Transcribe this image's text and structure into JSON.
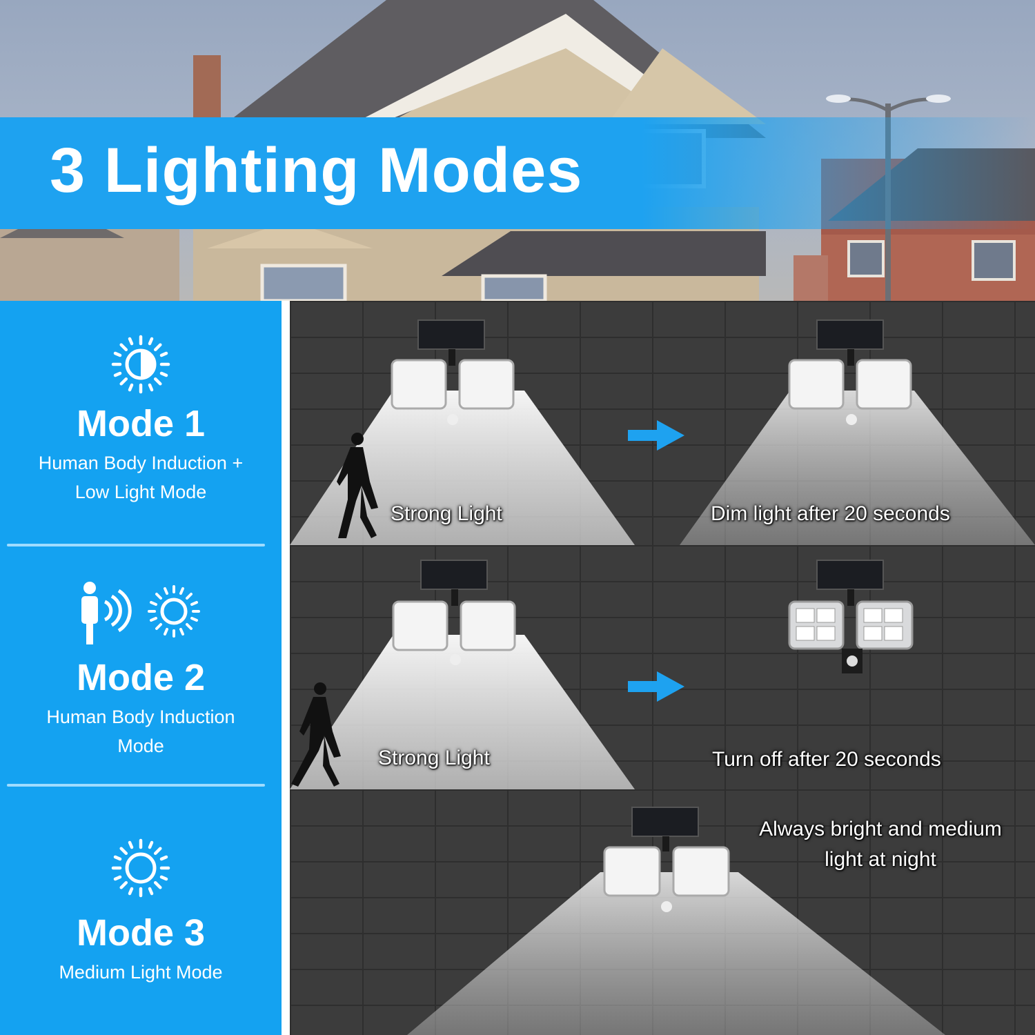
{
  "header": {
    "title": "3 Lighting Modes"
  },
  "modes": [
    {
      "title": "Mode 1",
      "description_lines": [
        "Human Body Induction +",
        "Low Light Mode"
      ],
      "icon": "half-sun-icon"
    },
    {
      "title": "Mode 2",
      "description_lines": [
        "Human Body Induction",
        "Mode"
      ],
      "icon": "motion-sensor-icon"
    },
    {
      "title": "Mode 3",
      "description_lines": [
        "Medium Light Mode"
      ],
      "icon": "sun-icon"
    }
  ],
  "panels": [
    {
      "left_label": "Strong Light",
      "right_label": "Dim light after 20 seconds"
    },
    {
      "left_label": "Strong Light",
      "right_label": "Turn off after 20 seconds"
    },
    {
      "label_lines": [
        "Always bright and medium",
        "light at night"
      ]
    }
  ],
  "colors": {
    "accent_blue": "#14a2f1",
    "brick_dark": "#3c3c3c",
    "text_white": "#ffffff"
  }
}
